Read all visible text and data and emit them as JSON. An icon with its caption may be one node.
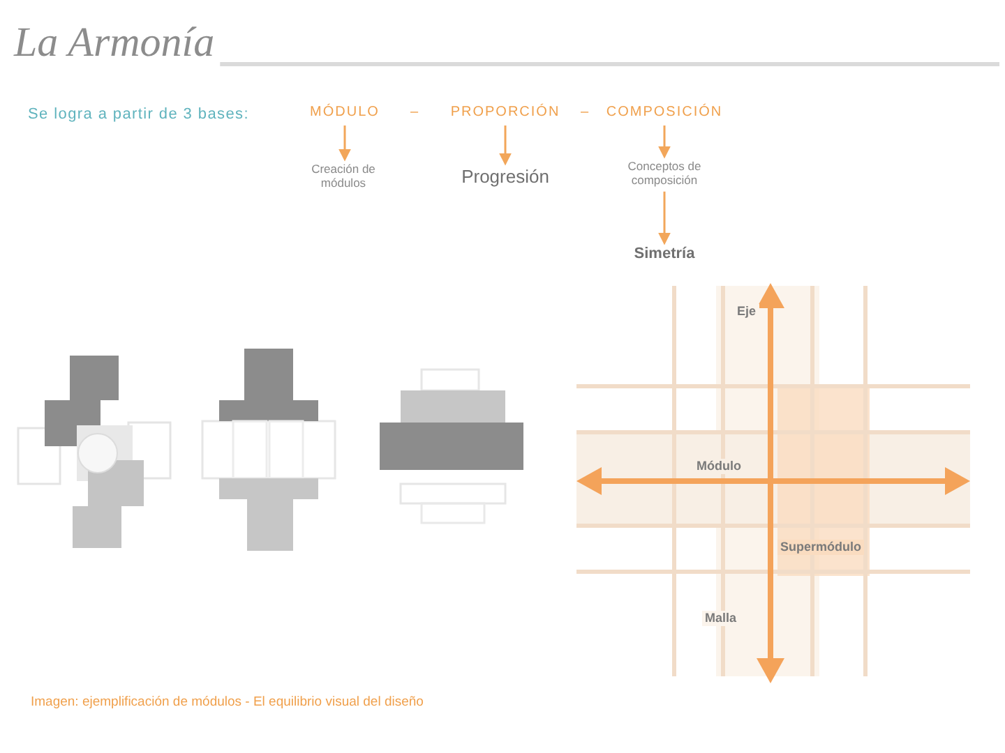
{
  "diagram": {
    "title": "La Armonía",
    "nodes": [
      {
        "text": [
          "MÓDULO"
        ]
      },
      {
        "text": [
          "PROPORCIÓN"
        ]
      },
      {
        "text": [
          "COMPOSICIÓN"
        ]
      },
      {
        "text": [
          "Creación de módulos"
        ]
      },
      {
        "text": [
          "Progresión"
        ]
      },
      {
        "text": [
          "Conceptos de composición"
        ]
      },
      {
        "text": [
          "Simetría"
        ]
      }
    ],
    "edges": [
      {
        "from": 0,
        "to": 3,
        "arrow": "to"
      },
      {
        "from": 1,
        "to": 4,
        "arrow": "to"
      },
      {
        "from": 2,
        "to": 5,
        "arrow": "to"
      },
      {
        "from": 5,
        "to": 6,
        "arrow": "to"
      }
    ],
    "labels": [
      "Se logra a partir de 3 bases:",
      "–",
      "–",
      "Eje",
      "Módulo",
      "Supermódulo",
      "Malla",
      "Imagen: ejemplificación de módulos - El equilibrio visual del diseño"
    ]
  }
}
